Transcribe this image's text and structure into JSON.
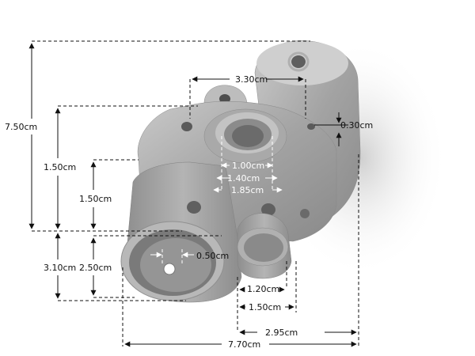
{
  "part": {
    "body_color": "#9c9c9c",
    "shadow_color": "#6f6f6f",
    "highlight_color": "#c4c4c4",
    "background": "#ffffff"
  },
  "dimensions": {
    "overall_height": "7.50cm",
    "upper_height": "1.50cm",
    "lower_height": "3.10cm",
    "inner_height": "1.50cm",
    "tube_height": "2.50cm",
    "hole_spacing": "3.30cm",
    "small_hole": "0.30cm",
    "bore_inner": "1.00cm",
    "bore_middle": "1.40cm",
    "bore_outer": "1.85cm",
    "pin_hole": "0.50cm",
    "small_tube": "1.20cm",
    "small_tube_outer": "1.50cm",
    "offset": "2.95cm",
    "overall_width": "7.70cm"
  }
}
